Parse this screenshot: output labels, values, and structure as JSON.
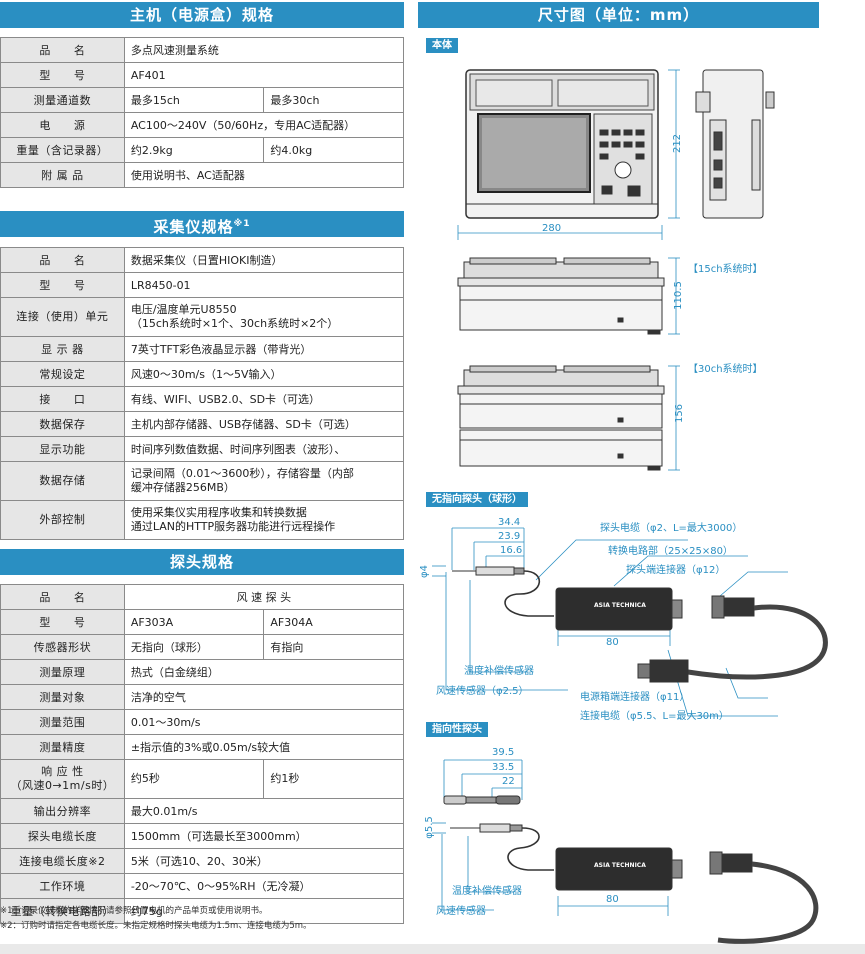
{
  "main_unit": {
    "title": "主机（电源盒）规格",
    "rows": [
      {
        "label": "品　　名",
        "values": [
          "多点风速测量系统"
        ]
      },
      {
        "label": "型　　号",
        "values": [
          "AF401"
        ]
      },
      {
        "label": "测量通道数",
        "values": [
          "最多15ch",
          "最多30ch"
        ]
      },
      {
        "label": "电　　源",
        "values": [
          "AC100～240V（50/60Hz，专用AC适配器）"
        ]
      },
      {
        "label": "重量（含记录器）",
        "values": [
          "约2.9kg",
          "约4.0kg"
        ]
      },
      {
        "label": "附 属 品",
        "values": [
          "使用说明书、AC适配器"
        ]
      }
    ]
  },
  "logger": {
    "title": "采集仪规格",
    "title_note": "※1",
    "rows": [
      {
        "label": "品　　名",
        "values": [
          "数据采集仪（日置HIOKI制造）"
        ]
      },
      {
        "label": "型　　号",
        "values": [
          "LR8450-01"
        ]
      },
      {
        "label": "连接（使用）单元",
        "values": [
          "电压/温度单元U8550\n（15ch系统时×1个、30ch系统时×2个）"
        ],
        "tall": true
      },
      {
        "label": "显 示 器",
        "values": [
          "7英寸TFT彩色液晶显示器（带背光）"
        ]
      },
      {
        "label": "常规设定",
        "values": [
          "风速0～30m/s（1～5V输入）"
        ]
      },
      {
        "label": "接　　口",
        "values": [
          "有线、WIFI、USB2.0、SD卡（可选）"
        ]
      },
      {
        "label": "数据保存",
        "values": [
          "主机内部存储器、USB存储器、SD卡（可选）"
        ]
      },
      {
        "label": "显示功能",
        "values": [
          "时间序列数值数据、时间序列图表（波形）、"
        ]
      },
      {
        "label": "数据存储",
        "values": [
          "记录间隔（0.01～3600秒），存储容量（内部\n缓冲存储器256MB）"
        ],
        "tall": true
      },
      {
        "label": "外部控制",
        "values": [
          "使用采集仪实用程序收集和转换数据\n通过LAN的HTTP服务器功能进行远程操作"
        ],
        "tall": true
      }
    ]
  },
  "probe": {
    "title": "探头规格",
    "header": {
      "label": "品　　名",
      "value": "风 速 探 头"
    },
    "rows": [
      {
        "label": "型　　号",
        "values": [
          "AF303A",
          "AF304A"
        ]
      },
      {
        "label": "传感器形状",
        "values": [
          "无指向（球形）",
          "有指向"
        ]
      },
      {
        "label": "测量原理",
        "values": [
          "热式（白金绕组）"
        ]
      },
      {
        "label": "测量对象",
        "values": [
          "洁净的空气"
        ]
      },
      {
        "label": "测量范围",
        "values": [
          "0.01～30m/s"
        ]
      },
      {
        "label": "测量精度",
        "values": [
          "±指示值的3%或0.05m/s较大值"
        ]
      },
      {
        "label": "响 应 性\n（风速0→1m/s时）",
        "values": [
          "约5秒",
          "约1秒"
        ],
        "tall": true
      },
      {
        "label": "输出分辨率",
        "values": [
          "最大0.01m/s"
        ]
      },
      {
        "label": "探头电缆长度",
        "values": [
          "1500mm（可选最长至3000mm）"
        ]
      },
      {
        "label": "连接电缆长度※2",
        "values": [
          "5米（可选10、20、30米）"
        ]
      },
      {
        "label": "工作环境",
        "values": [
          "-20～70℃、0～95%RH（无冷凝）"
        ]
      },
      {
        "label": "重量（转换电路部）",
        "values": [
          "约75g"
        ]
      }
    ]
  },
  "notes": [
    "※1：记录仪规格的详细情况请参照日置电机的产品单页或使用说明书。",
    "※2：订购时请指定各电缆长度。未指定规格时探头电缆为1.5m、连接电缆为5m。"
  ],
  "dimensions": {
    "title": "尺寸图（单位：mm）",
    "body_tag": "本体",
    "body_height": "212",
    "body_width": "280",
    "h15": "110.5",
    "h15_label": "【15ch系统时】",
    "h30": "156",
    "h30_label": "【30ch系统时】",
    "omni_tag": "无指向探头（球形）",
    "omni": {
      "d1": "34.4",
      "d2": "23.9",
      "d3": "16.6",
      "phi": "φ4",
      "len": "80",
      "ann_probe_cable": "探头电缆（φ2、L=最大3000）",
      "ann_converter": "转换电路部（25×25×80）",
      "ann_probe_conn": "探头端连接器（φ12）",
      "ann_temp": "温度补偿传感器",
      "ann_wind": "风速传感器（φ2.5）",
      "ann_box_conn": "电源箱端连接器（φ11）",
      "ann_conn_cable": "连接电缆（φ5.5、L=最大30m）"
    },
    "dir_tag": "指向性探头",
    "dir": {
      "d1": "39.5",
      "d2": "33.5",
      "d3": "22",
      "phi": "φ5.5",
      "len": "80",
      "ann_temp": "温度补偿传感器",
      "ann_wind": "风速传感器"
    },
    "brand": "ASIA TECHNICA"
  }
}
